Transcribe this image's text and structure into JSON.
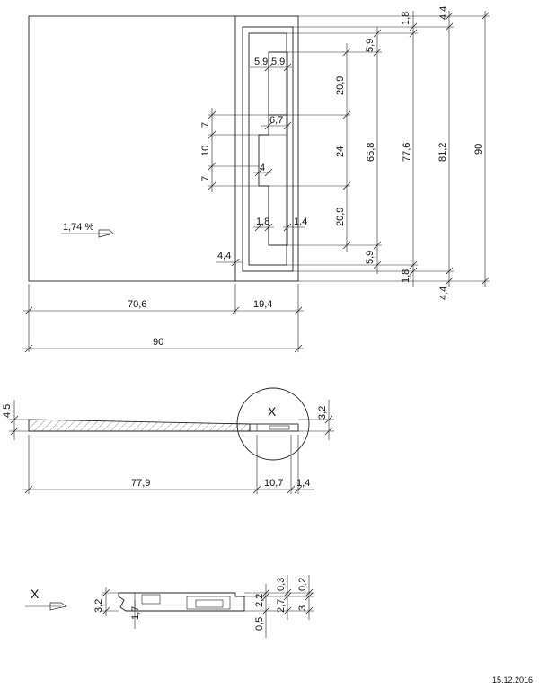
{
  "plan": {
    "slope_label": "1,74 %",
    "top_h": [
      "70,6",
      "19,4",
      "90"
    ],
    "right_v": [
      "1,8",
      "4,4",
      "5,9",
      "20,9",
      "24",
      "20,9",
      "5,9",
      "1,8",
      "4,4",
      "65,8",
      "77,6",
      "81,2",
      "90"
    ],
    "inner": [
      "5,9",
      "5,9",
      "6,7",
      "7",
      "10",
      "4",
      "7",
      "1,8",
      "1,4",
      "4,4"
    ]
  },
  "section": {
    "h": [
      "4,5",
      "77,9",
      "10,7",
      "1,4",
      "3,2"
    ],
    "circle_label": "X"
  },
  "detail": {
    "view_label": "X",
    "dims": [
      "3,2",
      "1,7",
      "0,5",
      "2,2",
      "2,7",
      "0,3",
      "3",
      "0,2"
    ]
  },
  "date": "15.12.2016"
}
